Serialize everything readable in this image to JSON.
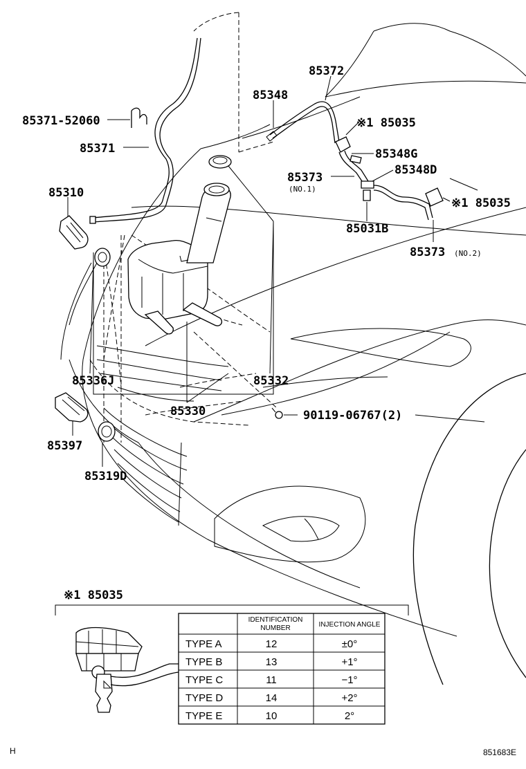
{
  "parts": {
    "p85371_52060": "85371-52060",
    "p85371": "85371",
    "p85310": "85310",
    "p85348": "85348",
    "p85372": "85372",
    "p85035_top": "※1 85035",
    "p85348G": "85348G",
    "p85373_no1": "85373",
    "p85373_no1_sub": "(NO.1)",
    "p85348D": "85348D",
    "p85035_right": "※1 85035",
    "p85031B": "85031B",
    "p85373_no2": "85373",
    "p85373_no2_sub": "(NO.2)",
    "p85336J": "85336J",
    "p85332": "85332",
    "p85330": "85330",
    "p90119": "90119-06767(2)",
    "p85397": "85397",
    "p85319D": "85319D"
  },
  "detail": {
    "title": "※1 85035"
  },
  "table": {
    "headers": [
      "IDENTIFICATION NUMBER",
      "INJECTION ANGLE"
    ],
    "rows": [
      [
        "TYPE A",
        "12",
        "±0°"
      ],
      [
        "TYPE B",
        "13",
        "+1°"
      ],
      [
        "TYPE C",
        "11",
        "−1°"
      ],
      [
        "TYPE D",
        "14",
        "+2°"
      ],
      [
        "TYPE E",
        "10",
        "2°"
      ]
    ]
  },
  "footer": {
    "left": "H",
    "right": "851683E"
  }
}
